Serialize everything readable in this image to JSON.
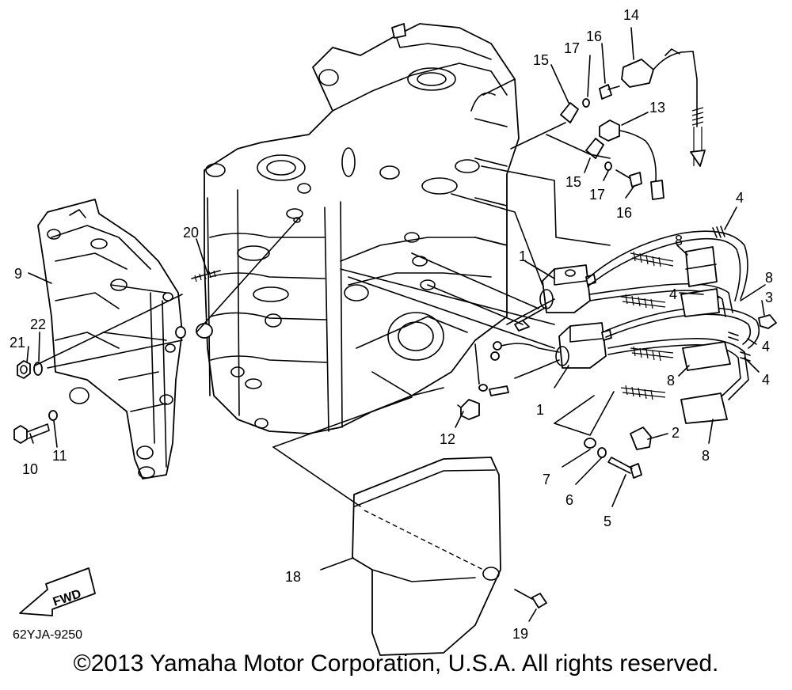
{
  "labels": {
    "l1a": "1",
    "l1b": "1",
    "l2": "2",
    "l3": "3",
    "l4a": "4",
    "l4b": "4",
    "l4c": "4",
    "l4d": "4",
    "l5": "5",
    "l6": "6",
    "l7": "7",
    "l8a": "8",
    "l8b": "8",
    "l8c": "8",
    "l8d": "8",
    "l9": "9",
    "l10": "10",
    "l11": "11",
    "l12": "12",
    "l13": "13",
    "l14": "14",
    "l15a": "15",
    "l15b": "15",
    "l16a": "16",
    "l16b": "16",
    "l17a": "17",
    "l17b": "17",
    "l18": "18",
    "l19": "19",
    "l20": "20",
    "l21": "21",
    "l22": "22"
  },
  "fwd_label": "FWD",
  "drawing_code": "62YJA-9250",
  "copyright": "©2013 Yamaha Motor Corporation, U.S.A. All rights reserved."
}
